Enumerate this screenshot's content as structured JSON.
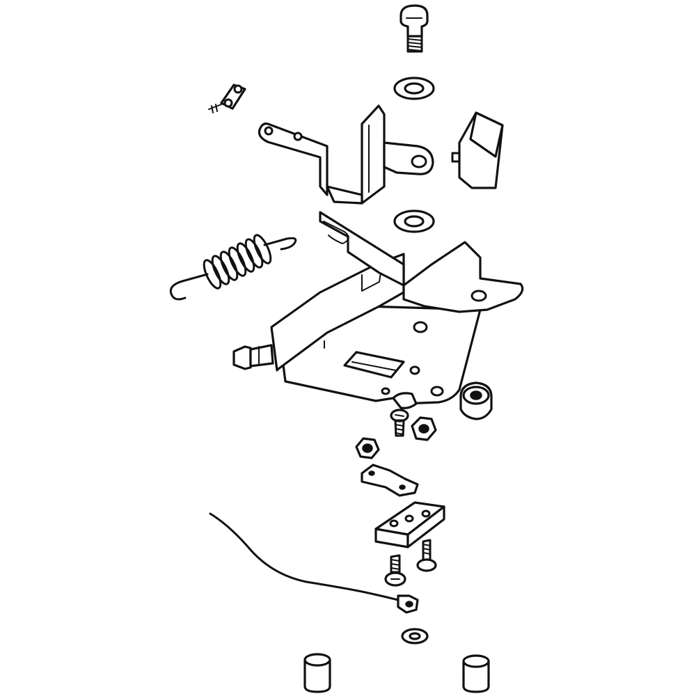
{
  "diagram": {
    "style": "black line art exploded parts view on white background",
    "colors": {
      "line": "#111111",
      "background": "#ffffff"
    },
    "parts": [
      "top-shoulder-bolt",
      "upper-washer",
      "small-screw-with-clip",
      "upper-hinge-bracket",
      "rectangular-block",
      "middle-washer",
      "tension-spring",
      "main-hinge-bracket",
      "side-stud",
      "flange-nut",
      "screw",
      "hex-nut-right",
      "hex-nut-left",
      "link-strap",
      "hinge-plate",
      "screw-left",
      "screw-right",
      "ground-wire",
      "bottom-washer",
      "bushing-left",
      "bushing-right"
    ]
  }
}
